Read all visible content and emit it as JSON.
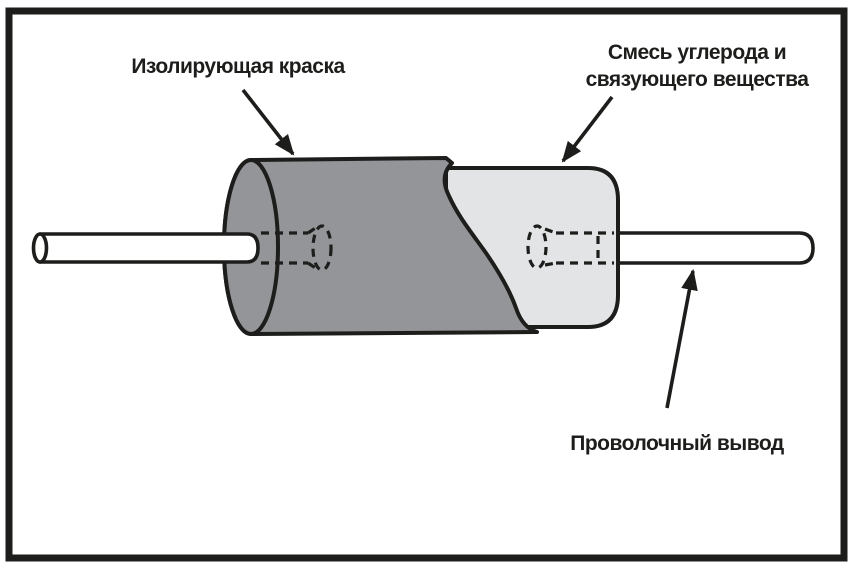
{
  "diagram": {
    "labels": {
      "insulating_paint": "Изолирующая краска",
      "carbon_mix_line1": "Смесь углерода и",
      "carbon_mix_line2": "связующего вещества",
      "wire_lead": "Проволочный вывод"
    },
    "colors": {
      "paint_fill": "#939598",
      "carbon_fill": "#e3e4e5",
      "wire_fill": "#ffffff",
      "ink": "#1d1d1b",
      "background": "#ffffff"
    }
  }
}
